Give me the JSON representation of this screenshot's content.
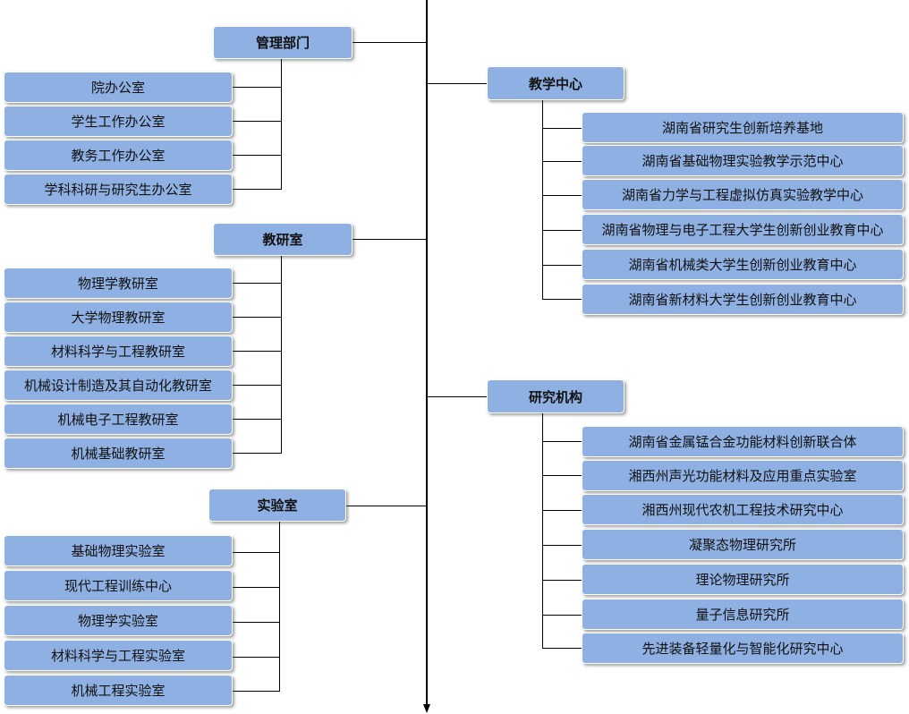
{
  "left": {
    "mgmt": {
      "title": "管理部门",
      "items": [
        "院办公室",
        "学生工作办公室",
        "教务工作办公室",
        "学科科研与研究生办公室"
      ]
    },
    "teach": {
      "title": "教研室",
      "items": [
        "物理学教研室",
        "大学物理教研室",
        "材料科学与工程教研室",
        "机械设计制造及其自动化教研室",
        "机械电子工程教研室",
        "机械基础教研室"
      ]
    },
    "lab": {
      "title": "实验室",
      "items": [
        "基础物理实验室",
        "现代工程训练中心",
        "物理学实验室",
        "材料科学与工程实验室",
        "机械工程实验室"
      ]
    }
  },
  "right": {
    "center": {
      "title": "教学中心",
      "items": [
        "湖南省研究生创新培养基地",
        "湖南省基础物理实验教学示范中心",
        "湖南省力学与工程虚拟仿真实验教学中心",
        "湖南省物理与电子工程大学生创新创业教育中心",
        "湖南省机械类大学生创新创业教育中心",
        "湖南省新材料大学生创新创业教育中心"
      ]
    },
    "research": {
      "title": "研究机构",
      "items": [
        "湖南省金属锰合金功能材料创新联合体",
        "湘西州声光功能材料及应用重点实验室",
        "湘西州现代农机工程技术研究中心",
        "凝聚态物理研究所",
        "理论物理研究所",
        "量子信息研究所",
        "先进装备轻量化与智能化研究中心"
      ]
    }
  }
}
